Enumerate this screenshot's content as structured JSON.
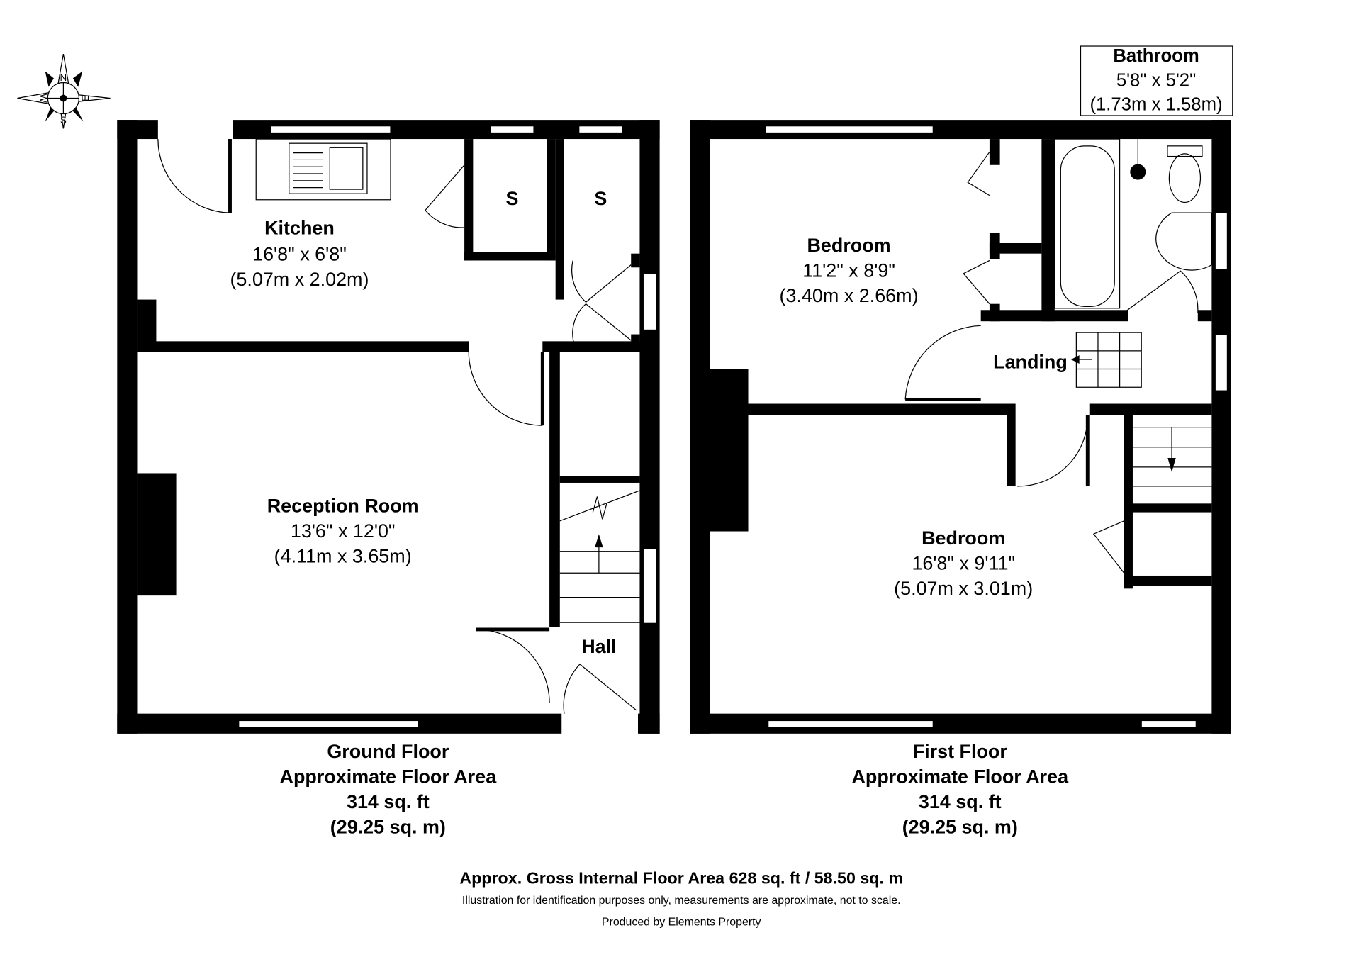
{
  "compass": {
    "n": "N",
    "s": "S",
    "e": "E",
    "w": "W"
  },
  "ground_floor": {
    "rooms": [
      {
        "name": "Kitchen",
        "imperial": "16'8\" x 6'8\"",
        "metric": "(5.07m x 2.02m)"
      },
      {
        "name": "Reception Room",
        "imperial": "13'6\" x 12'0\"",
        "metric": "(4.11m x 3.65m)"
      },
      {
        "name": "Hall"
      }
    ],
    "storage_labels": [
      "S",
      "S"
    ],
    "title": "Ground Floor",
    "area_label": "Approximate Floor Area",
    "area_sqft": "314 sq. ft",
    "area_sqm": "(29.25 sq. m)"
  },
  "first_floor": {
    "rooms": [
      {
        "name": "Bedroom",
        "imperial": "11'2\" x 8'9\"",
        "metric": "(3.40m x 2.66m)"
      },
      {
        "name": "Bedroom",
        "imperial": "16'8\" x 9'11\"",
        "metric": "(5.07m x 3.01m)"
      },
      {
        "name": "Landing"
      },
      {
        "name": "Bathroom",
        "imperial": "5'8\" x 5'2\"",
        "metric": "(1.73m x 1.58m)"
      }
    ],
    "title": "First Floor",
    "area_label": "Approximate Floor Area",
    "area_sqft": "314 sq. ft",
    "area_sqm": "(29.25 sq. m)"
  },
  "footer": {
    "gross": "Approx. Gross Internal Floor Area 628 sq. ft / 58.50 sq. m",
    "disclaimer": "Illustration for identification purposes only, measurements are approximate, not to scale.",
    "producer": "Produced by Elements Property"
  }
}
